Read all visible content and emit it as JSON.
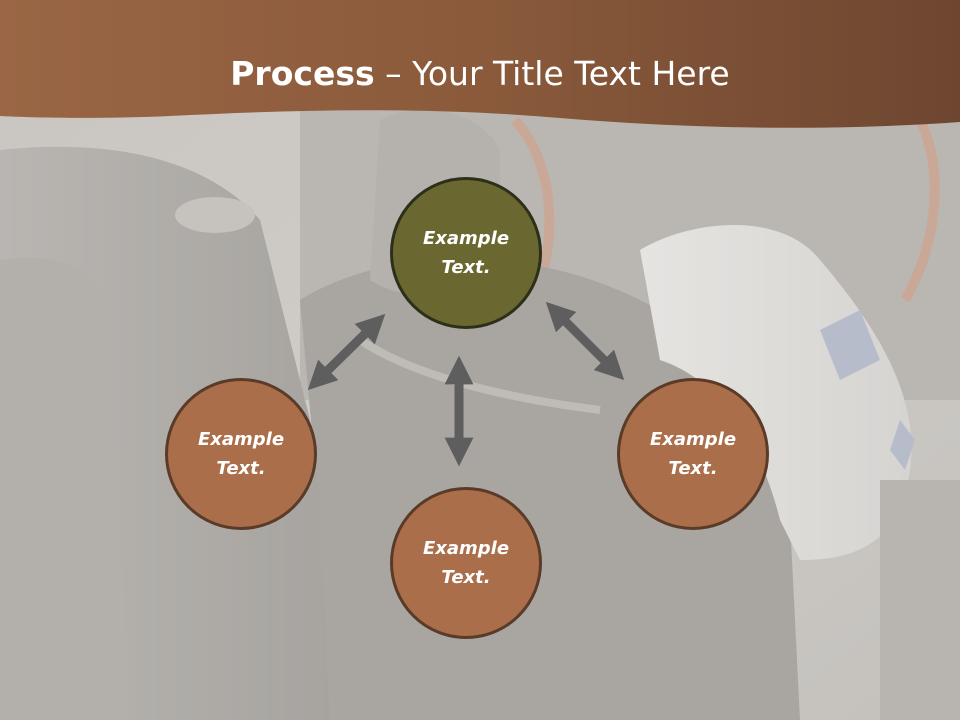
{
  "slide": {
    "title_bold": "Process",
    "title_rest": " – Your Title Text Here",
    "colors": {
      "header": "#8a5a3a",
      "center_node": "#6a6830",
      "outer_node": "#aa6e4a",
      "arrow": "#5e5e5e"
    }
  },
  "diagram": {
    "nodes": [
      {
        "id": "top",
        "label": "Example\nText."
      },
      {
        "id": "left",
        "label": "Example\nText."
      },
      {
        "id": "right",
        "label": "Example\nText."
      },
      {
        "id": "bottom",
        "label": "Example\nText."
      }
    ],
    "connectors": [
      {
        "from": "top",
        "to": "left",
        "style": "double-arrow"
      },
      {
        "from": "top",
        "to": "right",
        "style": "double-arrow"
      },
      {
        "from": "top",
        "to": "bottom",
        "style": "double-arrow"
      }
    ]
  }
}
